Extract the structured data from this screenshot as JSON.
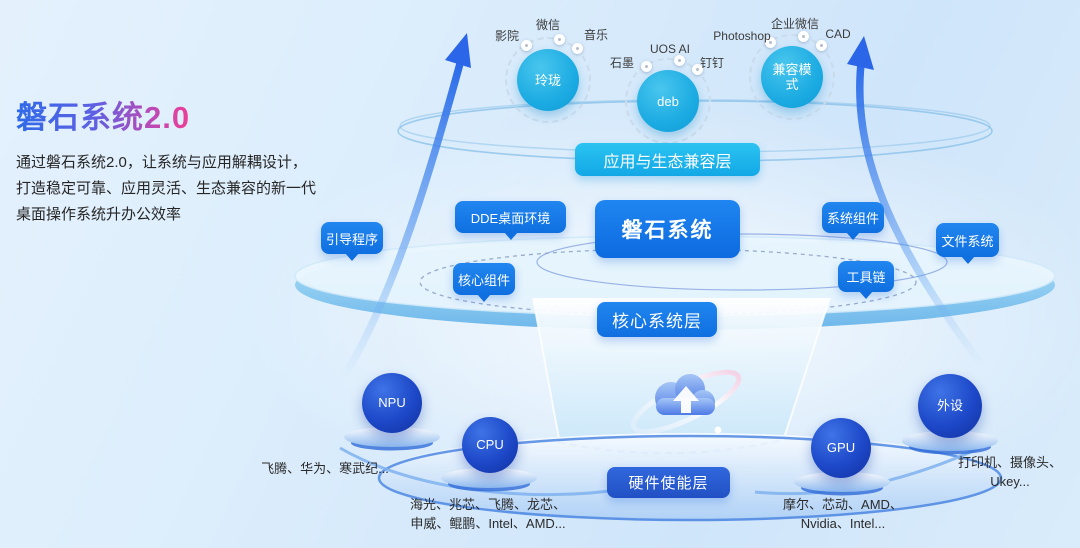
{
  "intro": {
    "title": "磐石系统2.0",
    "desc_line1": "通过磐石系统2.0，让系统与应用解耦设计，",
    "desc_line2": "打造稳定可靠、应用灵活、生态兼容的新一代",
    "desc_line3": "桌面操作系统升办公效率"
  },
  "app_layer": {
    "label": "应用与生态兼容层",
    "bubbles": [
      {
        "name": "玲珑",
        "apps": [
          "影院",
          "微信",
          "音乐"
        ]
      },
      {
        "name": "deb",
        "apps": [
          "石墨",
          "UOS AI",
          "钉钉"
        ]
      },
      {
        "name": "兼容模式",
        "apps": [
          "Photoshop",
          "企业微信",
          "CAD"
        ]
      }
    ]
  },
  "core_layer": {
    "system_name": "磐石系统",
    "label": "核心系统层",
    "components": {
      "dde": "DDE桌面环境",
      "bootloader": "引导程序",
      "core": "核心组件",
      "system": "系统组件",
      "toolchain": "工具链",
      "filesystem": "文件系统"
    }
  },
  "hardware_layer": {
    "label": "硬件使能层",
    "nodes": [
      {
        "name": "NPU",
        "vendor_lines": [
          "飞腾、华为、寒武纪..."
        ]
      },
      {
        "name": "CPU",
        "vendor_lines": [
          "海光、兆芯、飞腾、龙芯、",
          "申威、鲲鹏、Intel、AMD..."
        ]
      },
      {
        "name": "GPU",
        "vendor_lines": [
          "摩尔、芯动、AMD、",
          "Nvidia、Intel..."
        ]
      },
      {
        "name": "外设",
        "vendor_lines": [
          "打印机、摄像头、",
          "Ukey..."
        ]
      }
    ]
  },
  "colors": {
    "accent_blue": "#1677e8",
    "accent_cyan": "#1ab1e8",
    "deep_blue": "#2a5ed0",
    "sphere_blue": "#1d48c8",
    "title_gradient_start": "#2f6ae8",
    "title_gradient_end": "#ee3f96"
  }
}
